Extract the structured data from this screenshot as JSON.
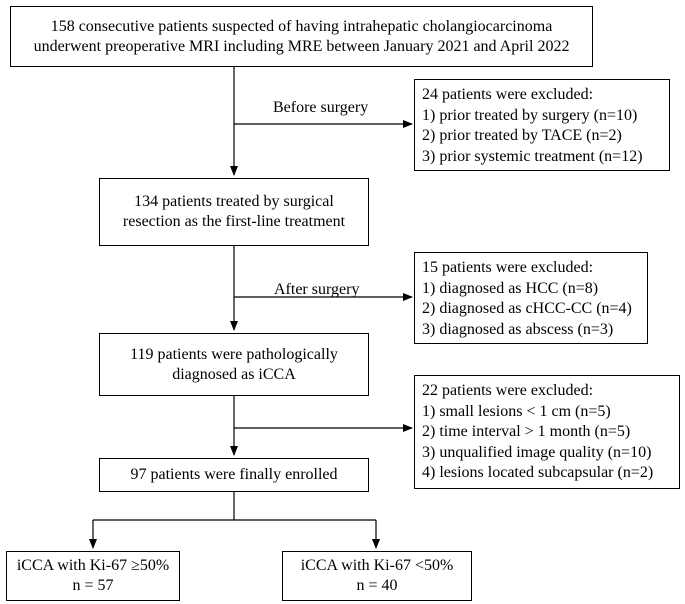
{
  "boxes": {
    "initial": {
      "lines": [
        "158 consecutive patients suspected of having intrahepatic cholangiocarcinoma",
        "underwent preoperative MRI including MRE between January 2021 and April 2022"
      ]
    },
    "surgical": {
      "lines": [
        "134 patients treated by surgical",
        "resection as the first-line treatment"
      ]
    },
    "pathology": {
      "lines": [
        "119 patients were pathologically",
        "diagnosed as iCCA"
      ]
    },
    "enrolled": {
      "lines": [
        "97 patients were finally enrolled"
      ]
    },
    "high_ki67": {
      "lines": [
        "iCCA with Ki-67 ≥50%",
        "n = 57"
      ]
    },
    "low_ki67": {
      "lines": [
        "iCCA with Ki-67 <50%",
        "n = 40"
      ]
    }
  },
  "exclusions": {
    "before_surgery": {
      "lines": [
        "24 patients were excluded:",
        "1) prior treated by surgery (n=10)",
        "2) prior treated by TACE (n=2)",
        "3) prior systemic treatment (n=12)"
      ]
    },
    "after_surgery": {
      "lines": [
        "15 patients were excluded:",
        "1) diagnosed as HCC (n=8)",
        "2) diagnosed as cHCC-CC (n=4)",
        "3) diagnosed as abscess (n=3)"
      ]
    },
    "pathology_stage": {
      "lines": [
        "22 patients were excluded:",
        "1) small lesions < 1 cm (n=5)",
        "2) time interval > 1 month (n=5)",
        "3) unqualified image quality (n=10)",
        "4) lesions located subcapsular (n=2)"
      ]
    }
  },
  "edge_labels": {
    "before_surgery": "Before surgery",
    "after_surgery": "After surgery"
  }
}
